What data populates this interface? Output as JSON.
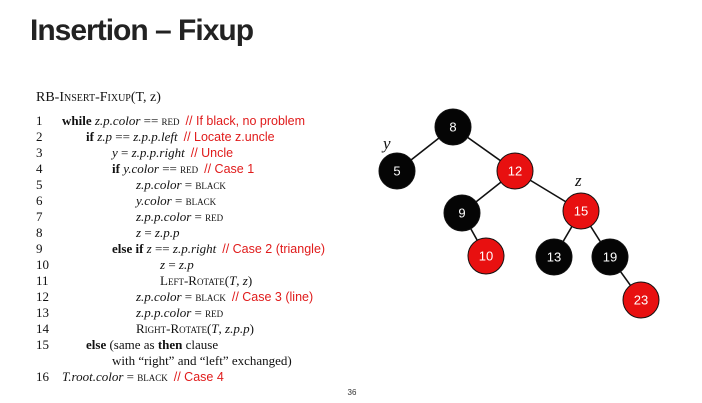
{
  "title": "Insertion – Fixup",
  "algorithm": {
    "name_small_caps": "RB-Insert-Fixup",
    "params": "(T, z)"
  },
  "lines": [
    {
      "num": "1",
      "code": "while z.p.color == RED",
      "comment": "// If black, no problem"
    },
    {
      "num": "2",
      "code": "if z.p == z.p.p.left",
      "comment": "// Locate z.uncle"
    },
    {
      "num": "3",
      "code": "y = z.p.p.right",
      "comment": "// Uncle"
    },
    {
      "num": "4",
      "code": "if y.color == RED",
      "comment": "// Case 1"
    },
    {
      "num": "5",
      "code": "z.p.color = BLACK",
      "comment": ""
    },
    {
      "num": "6",
      "code": "y.color = BLACK",
      "comment": ""
    },
    {
      "num": "7",
      "code": "z.p.p.color = RED",
      "comment": ""
    },
    {
      "num": "8",
      "code": "z = z.p.p",
      "comment": ""
    },
    {
      "num": "9",
      "code": "else if z == z.p.right",
      "comment": "// Case 2 (triangle)"
    },
    {
      "num": "10",
      "code": "z = z.p",
      "comment": ""
    },
    {
      "num": "11",
      "code": "Left-Rotate(T, z)",
      "comment": ""
    },
    {
      "num": "12",
      "code": "z.p.color = BLACK",
      "comment": "// Case 3 (line)"
    },
    {
      "num": "13",
      "code": "z.p.p.color = RED",
      "comment": ""
    },
    {
      "num": "14",
      "code": "Right-Rotate(T, z.p.p)",
      "comment": ""
    },
    {
      "num": "15",
      "code": "else (same as then clause",
      "comment": ""
    },
    {
      "num": "",
      "code": "with “right” and “left” exchanged)",
      "comment": ""
    },
    {
      "num": "16",
      "code": "T.root.color = BLACK",
      "comment": "// Case 4"
    }
  ],
  "tree": {
    "nodes": [
      {
        "key": "8",
        "color": "black"
      },
      {
        "key": "5",
        "color": "black"
      },
      {
        "key": "12",
        "color": "red"
      },
      {
        "key": "9",
        "color": "black"
      },
      {
        "key": "15",
        "color": "red"
      },
      {
        "key": "10",
        "color": "red"
      },
      {
        "key": "13",
        "color": "black"
      },
      {
        "key": "19",
        "color": "black"
      },
      {
        "key": "23",
        "color": "red"
      }
    ],
    "edges": [
      [
        "8",
        "5"
      ],
      [
        "8",
        "12"
      ],
      [
        "12",
        "9"
      ],
      [
        "12",
        "15"
      ],
      [
        "9",
        "10"
      ],
      [
        "15",
        "13"
      ],
      [
        "15",
        "19"
      ],
      [
        "19",
        "23"
      ]
    ],
    "labels": [
      {
        "text": "y",
        "node": "5"
      },
      {
        "text": "z",
        "node": "15"
      }
    ]
  },
  "colors": {
    "red_node": "#e81010",
    "black_node": "#050505",
    "comment": "#e01b1b"
  },
  "page_number": "36"
}
